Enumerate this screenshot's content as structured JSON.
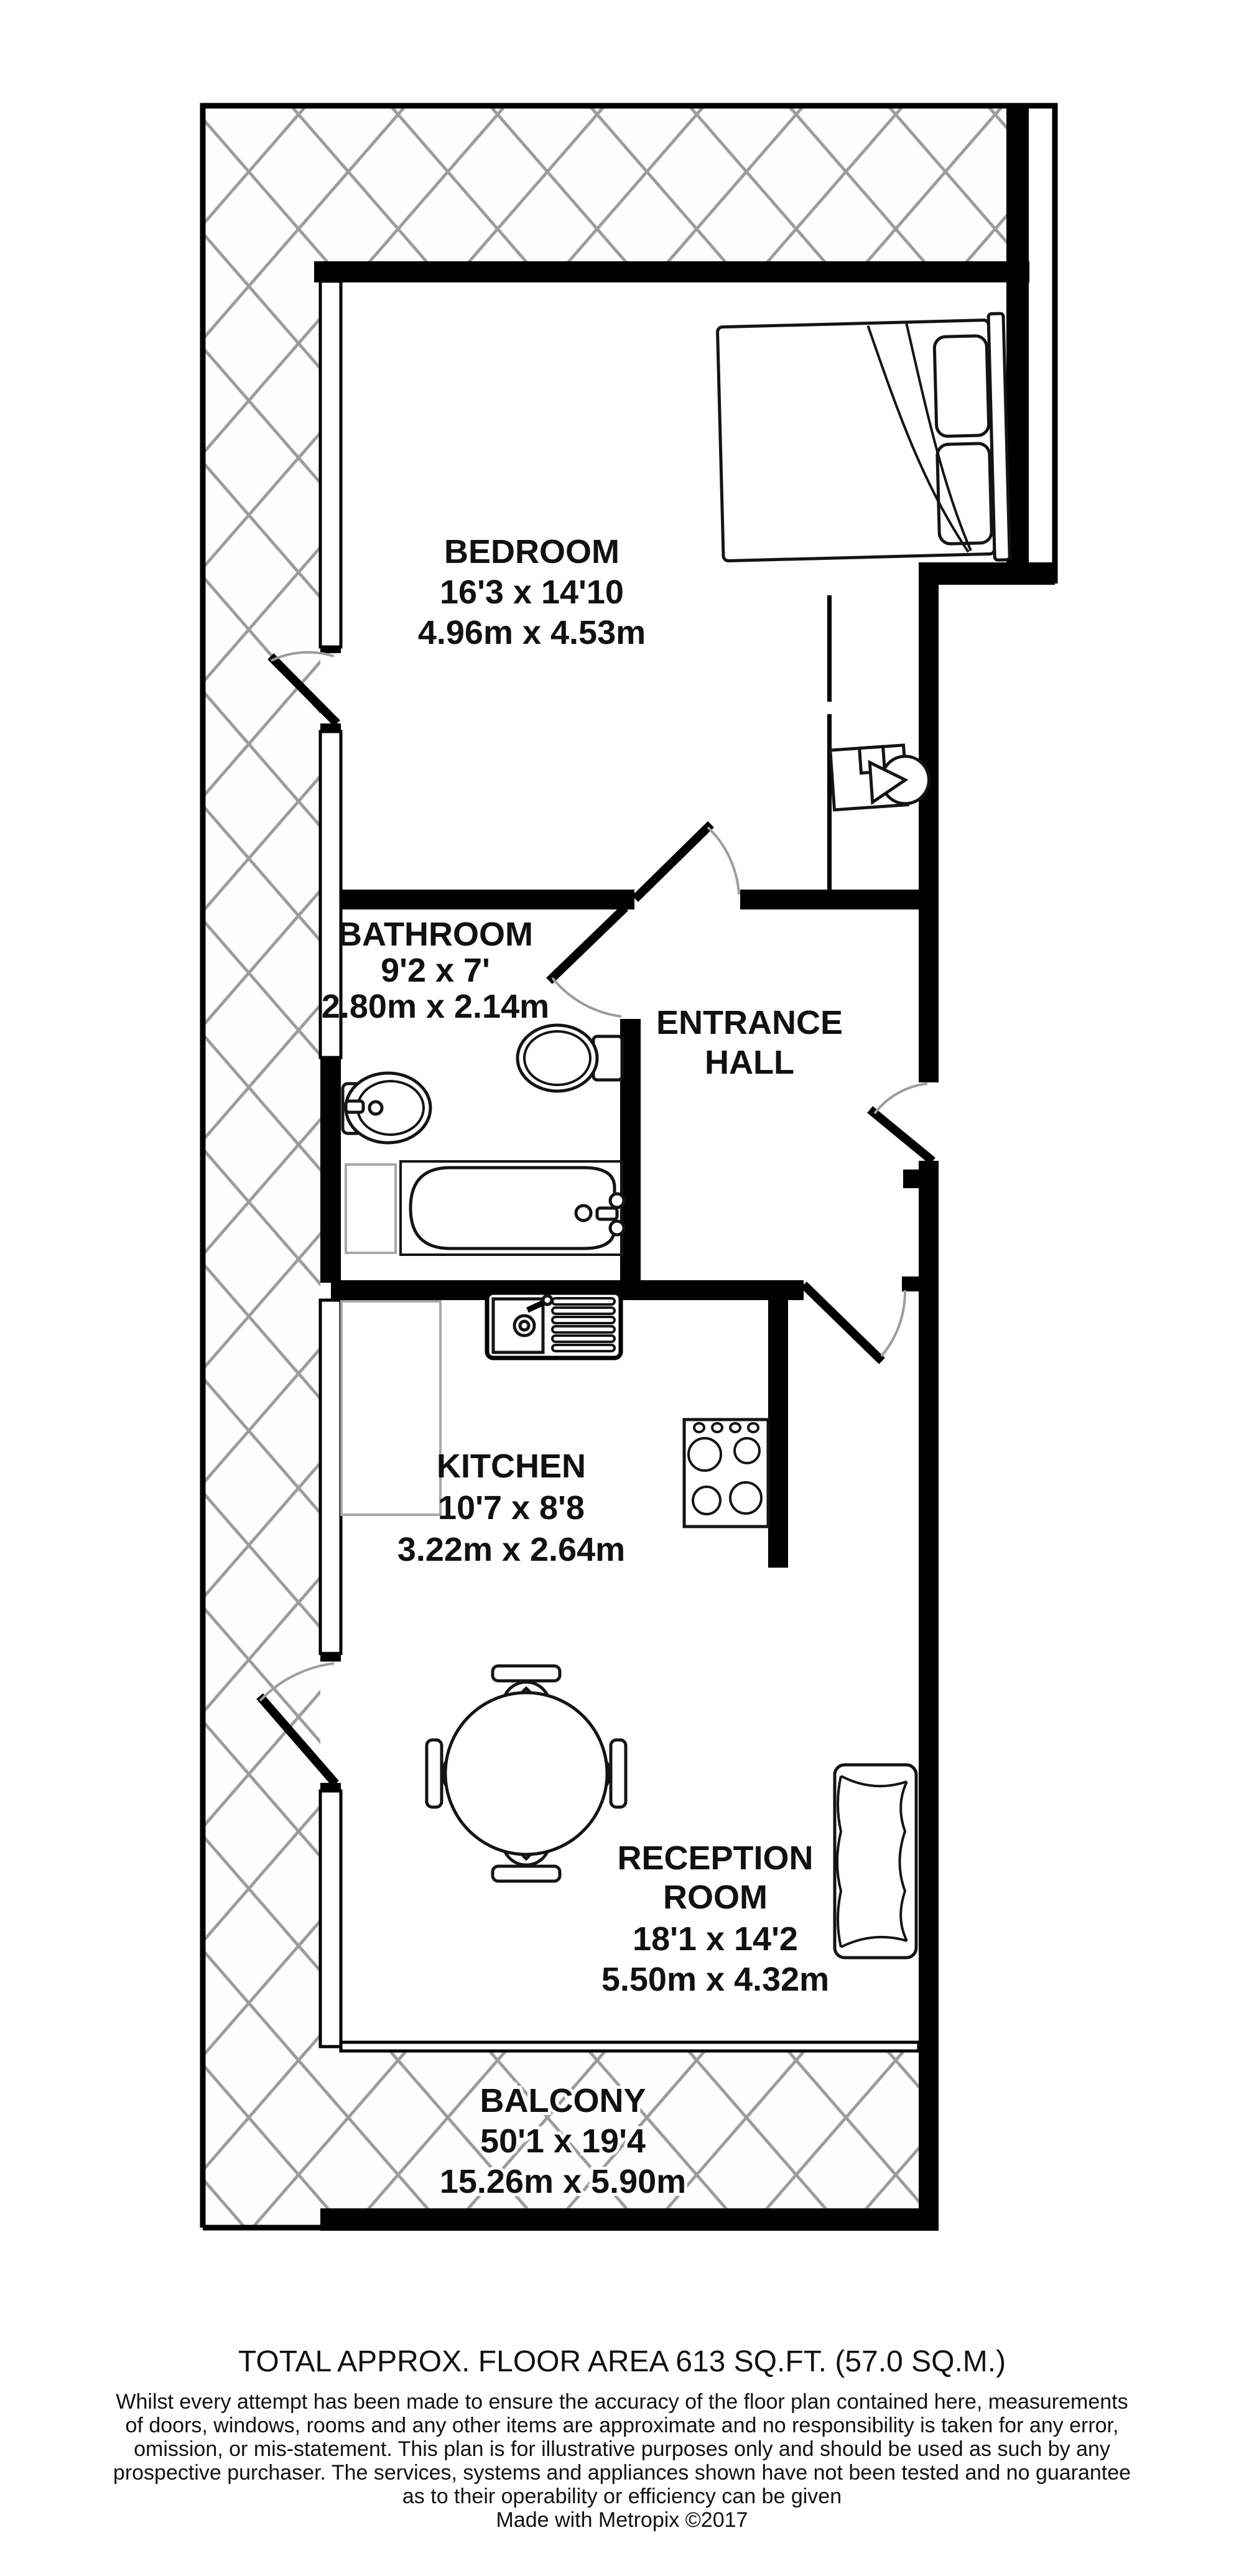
{
  "document_type": "floor-plan",
  "colors": {
    "background": "#ffffff",
    "wall": "#000000",
    "hatch_line": "#9c9c9c",
    "counter_outline": "#a8a8a8",
    "text": "#111111"
  },
  "rooms": {
    "bedroom": {
      "name": "BEDROOM",
      "imperial": "16'3 x 14'10",
      "metric": "4.96m x 4.53m"
    },
    "bathroom": {
      "name": "BATHROOM",
      "imperial": "9'2 x 7'",
      "metric": "2.80m x 2.14m"
    },
    "entrance_hall": {
      "line1": "ENTRANCE",
      "line2": "HALL"
    },
    "kitchen": {
      "name": "KITCHEN",
      "imperial": "10'7 x 8'8",
      "metric": "3.22m x 2.64m"
    },
    "reception": {
      "line1": "RECEPTION",
      "line2": "ROOM",
      "imperial": "18'1 x 14'2",
      "metric": "5.50m x 4.32m"
    },
    "balcony": {
      "name": "BALCONY",
      "imperial": "50'1 x 19'4",
      "metric": "15.26m x 5.90m"
    }
  },
  "footer": {
    "total_area": "TOTAL APPROX. FLOOR AREA 613 SQ.FT. (57.0 SQ.M.)",
    "disclaimer_lines": [
      "Whilst every attempt has been made to ensure the accuracy of the floor plan contained here, measurements",
      "of doors, windows, rooms and any other items are approximate and no responsibility is taken for any error,",
      "omission, or mis-statement. This plan is for illustrative purposes only and should be used as such by any",
      "prospective purchaser. The services, systems and appliances shown have not been tested and no guarantee",
      "as to their operability or efficiency can be given"
    ],
    "credit": "Made with Metropix ©2017"
  }
}
